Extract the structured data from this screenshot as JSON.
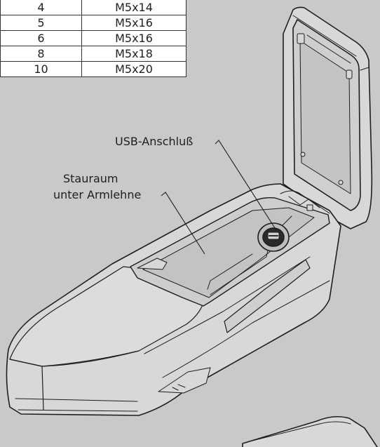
{
  "screw_table": {
    "rows": [
      {
        "size": "4",
        "screw": "M5x14"
      },
      {
        "size": "5",
        "screw": "M5x16"
      },
      {
        "size": "6",
        "screw": "M5x16"
      },
      {
        "size": "8",
        "screw": "M5x18"
      },
      {
        "size": "10",
        "screw": "M5x20"
      }
    ]
  },
  "labels": {
    "usb": "USB-Anschluß",
    "storage_line1": "Stauraum",
    "storage_line2": "unter Armlehne"
  },
  "colors": {
    "background": "#c9c9c9",
    "line": "#1e1e1e",
    "body_fill": "#d8d8d8",
    "table_fill": "#ffffff"
  }
}
